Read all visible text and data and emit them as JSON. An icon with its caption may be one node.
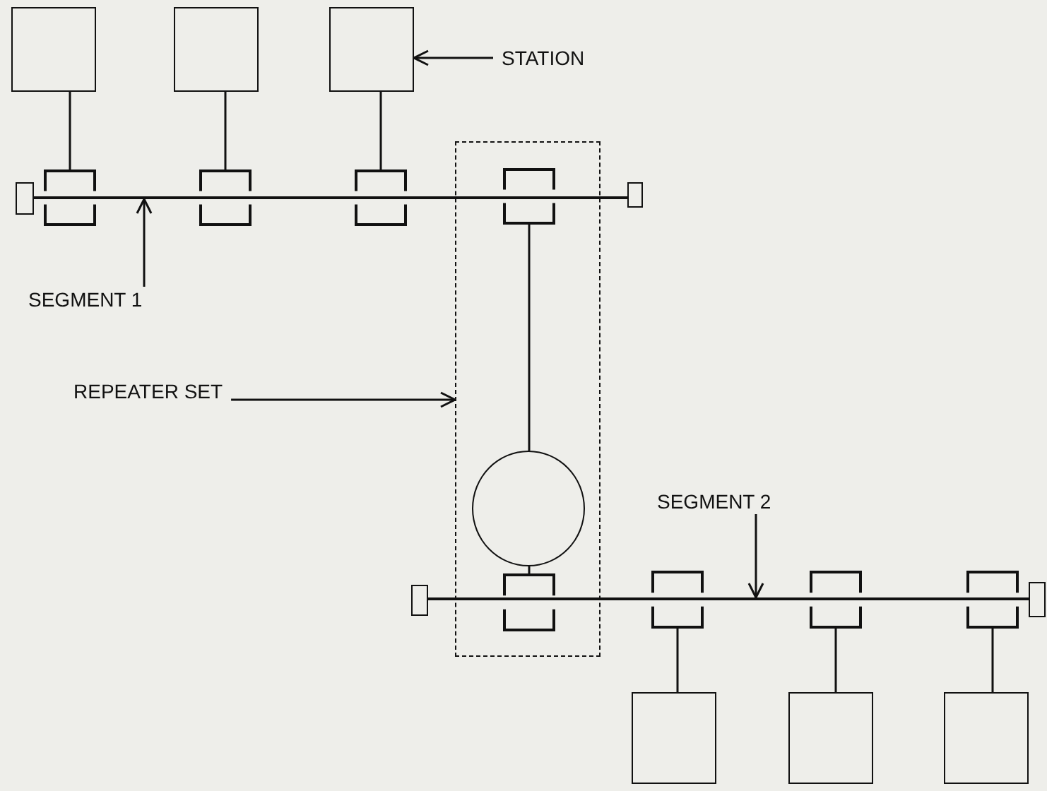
{
  "diagram": {
    "nodes": [
      {
        "text": [],
        "shape": "box"
      },
      {
        "text": [],
        "shape": "box"
      },
      {
        "text": [],
        "shape": "box"
      },
      {
        "text": [
          "STATION"
        ]
      },
      {
        "text": [],
        "shape": "box"
      },
      {
        "text": [],
        "shape": "box"
      },
      {
        "text": [],
        "shape": "box"
      },
      {
        "text": [],
        "shape": "box"
      },
      {
        "text": [],
        "shape": "box"
      },
      {
        "text": [],
        "shape": "box",
        "in": 8
      },
      {
        "text": [],
        "shape": "circle",
        "in": 8
      },
      {
        "text": [],
        "shape": "box",
        "in": 8
      },
      {
        "text": [],
        "shape": "box"
      },
      {
        "text": [],
        "shape": "bar"
      },
      {
        "text": [
          "SEGMENT 1"
        ]
      },
      {
        "text": [
          "REPEATER SET"
        ]
      },
      {
        "text": [
          "SEGMENT 2"
        ]
      },
      {
        "text": [],
        "shape": "box"
      },
      {
        "text": [],
        "shape": "bar"
      },
      {
        "text": [],
        "shape": "box"
      },
      {
        "text": [],
        "shape": "box"
      },
      {
        "text": [],
        "shape": "box"
      },
      {
        "text": [],
        "shape": "box"
      },
      {
        "text": [],
        "shape": "box"
      },
      {
        "text": [],
        "shape": "box"
      },
      {
        "text": [],
        "shape": "box"
      }
    ],
    "edges": [
      {
        "from": 0,
        "to": 5,
        "arrow": "none"
      },
      {
        "from": 1,
        "to": 6,
        "arrow": "none"
      },
      {
        "from": 2,
        "to": 7,
        "arrow": "none"
      },
      {
        "from": 3,
        "to": 2,
        "arrow": "to"
      },
      {
        "from": 9,
        "to": 10,
        "arrow": "none"
      },
      {
        "from": 10,
        "to": 11,
        "arrow": "none"
      },
      {
        "from": 14,
        "to": 13,
        "arrow": "to"
      },
      {
        "from": 15,
        "to": 8,
        "arrow": "to"
      },
      {
        "from": 16,
        "to": 18,
        "arrow": "to"
      },
      {
        "from": 19,
        "to": 23,
        "arrow": "none"
      },
      {
        "from": 20,
        "to": 24,
        "arrow": "none"
      },
      {
        "from": 21,
        "to": 25,
        "arrow": "none"
      }
    ]
  }
}
